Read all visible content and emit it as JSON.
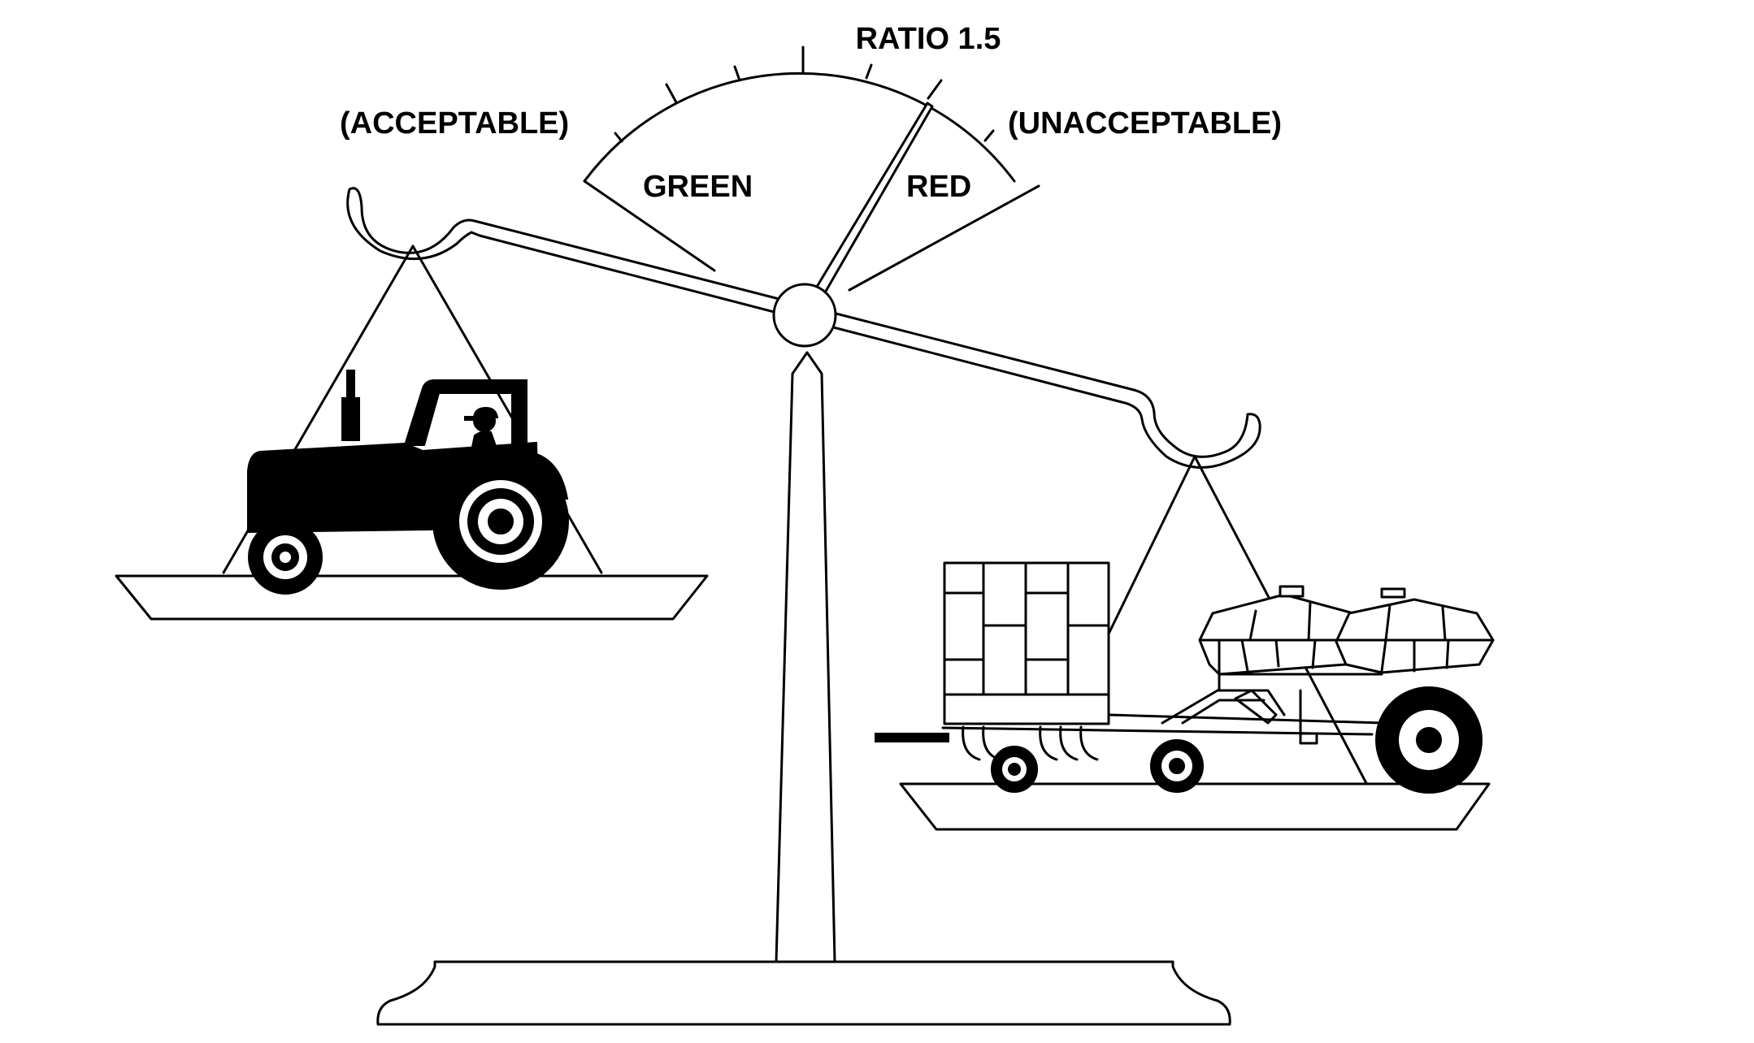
{
  "labels": {
    "ratio": "RATIO 1.5",
    "acceptable": "(ACCEPTABLE)",
    "unacceptable": "(UNACCEPTABLE)",
    "green": "GREEN",
    "red": "RED"
  },
  "gauge": {
    "needle_ratio": 1.5
  },
  "colors": {
    "ink": "#000000",
    "paper": "#ffffff"
  }
}
